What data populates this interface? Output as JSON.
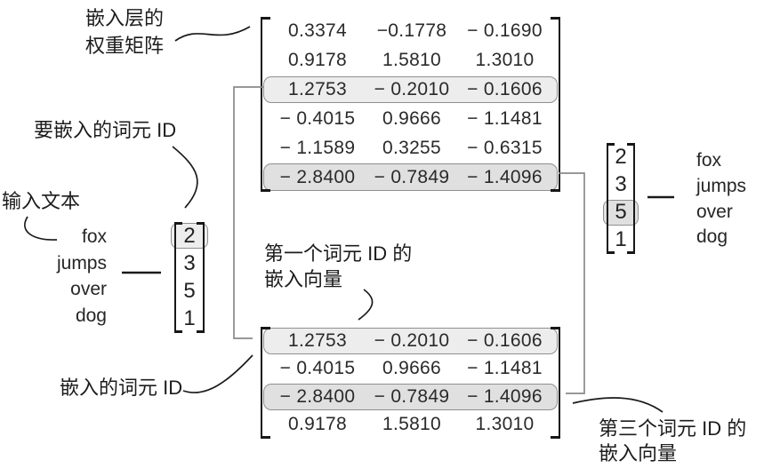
{
  "labels": {
    "weight_matrix_line1": "嵌入层的",
    "weight_matrix_line2": "权重矩阵",
    "token_ids_to_embed": "要嵌入的词元 ID",
    "input_text": "输入文本",
    "first_token_line1": "第一个词元 ID 的",
    "first_token_line2": "嵌入向量",
    "embedded_token_ids": "嵌入的词元 ID",
    "third_token_line1": "第三个词元 ID 的",
    "third_token_line2": "嵌入向量"
  },
  "input_words_left": [
    "fox",
    "jumps",
    "over",
    "dog"
  ],
  "input_words_right": [
    "fox",
    "jumps",
    "over",
    "dog"
  ],
  "token_id_vector_left": {
    "values": [
      "2",
      "3",
      "5",
      "1"
    ],
    "highlighted_value": "2",
    "highlight_index": 0
  },
  "token_id_vector_right": {
    "values": [
      "2",
      "3",
      "5",
      "1"
    ],
    "highlighted_value": "5",
    "highlight_index": 2
  },
  "weight_matrix": {
    "rows": [
      [
        "0.3374",
        "−0.1778",
        "− 0.1690"
      ],
      [
        "0.9178",
        "1.5810",
        "1.3010"
      ],
      [
        "1.2753",
        "− 0.2010",
        "− 0.1606"
      ],
      [
        "− 0.4015",
        "0.9666",
        "− 1.1481"
      ],
      [
        "− 1.1589",
        "0.3255",
        "− 0.6315"
      ],
      [
        "− 2.8400",
        "− 0.7849",
        "− 1.4096"
      ]
    ],
    "highlight_light_row_index": 2,
    "highlight_dark_row_index": 5
  },
  "embedding_matrix": {
    "rows": [
      [
        "1.2753",
        "− 0.2010",
        "− 0.1606"
      ],
      [
        "− 0.4015",
        "0.9666",
        "− 1.1481"
      ],
      [
        "− 2.8400",
        "− 0.7849",
        "− 1.4096"
      ],
      [
        "0.9178",
        "1.5810",
        "1.3010"
      ]
    ],
    "highlight_light_row_index": 0,
    "highlight_dark_row_index": 2
  },
  "colors": {
    "highlight_light": "#ededed",
    "highlight_dark": "#e0e0e0",
    "highlight_border": "#8f8f8f",
    "connector": "#8a8a8a",
    "ink": "#1c1c1c"
  }
}
